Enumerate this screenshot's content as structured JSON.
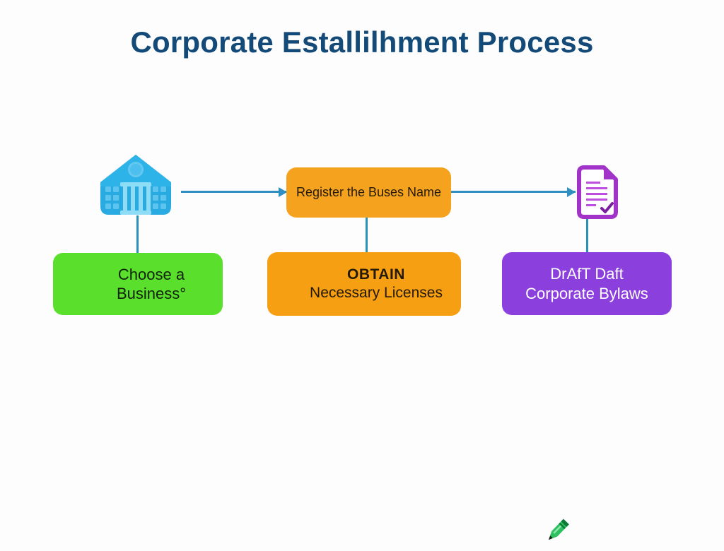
{
  "page": {
    "title": "Corporate Estallilhment Process",
    "background_color": "#fdfdfe",
    "title_color": "#134a78"
  },
  "diagram": {
    "connector_color": "#2f8fc0",
    "nodes": [
      {
        "id": "bank",
        "type": "icon",
        "icon": "bank-building-icon",
        "color": "#29abe2"
      },
      {
        "id": "register",
        "type": "box",
        "label": "Register the Buses Name",
        "color": "#f5a21e",
        "text_color": "#231a08"
      },
      {
        "id": "document",
        "type": "icon",
        "icon": "document-check-icon",
        "color": "#a233c8"
      },
      {
        "id": "choose-business",
        "type": "box",
        "label_line1": "Choose a",
        "label_line2": "Business°",
        "color": "#5ae02c",
        "text_color": "#10210a"
      },
      {
        "id": "obtain-licenses",
        "type": "box",
        "label_line1": "OBTAIN",
        "label_line2": "Necessary Licenses",
        "icon": "pencil-icon",
        "color": "#f79f12",
        "text_color": "#231a08"
      },
      {
        "id": "draft-bylaws",
        "type": "box",
        "label_line1": "DrAfT Daft",
        "label_line2": "Corporate Bylaws",
        "color": "#8b3fdd",
        "text_color": "#ffffff"
      }
    ],
    "connectors": [
      {
        "from": "bank",
        "to": "register",
        "direction": "horizontal-arrow"
      },
      {
        "from": "register",
        "to": "document",
        "direction": "horizontal-arrow"
      },
      {
        "from": "bank",
        "to": "choose-business",
        "direction": "vertical"
      },
      {
        "from": "register",
        "to": "obtain-licenses",
        "direction": "vertical"
      },
      {
        "from": "document",
        "to": "draft-bylaws",
        "direction": "vertical"
      }
    ]
  }
}
